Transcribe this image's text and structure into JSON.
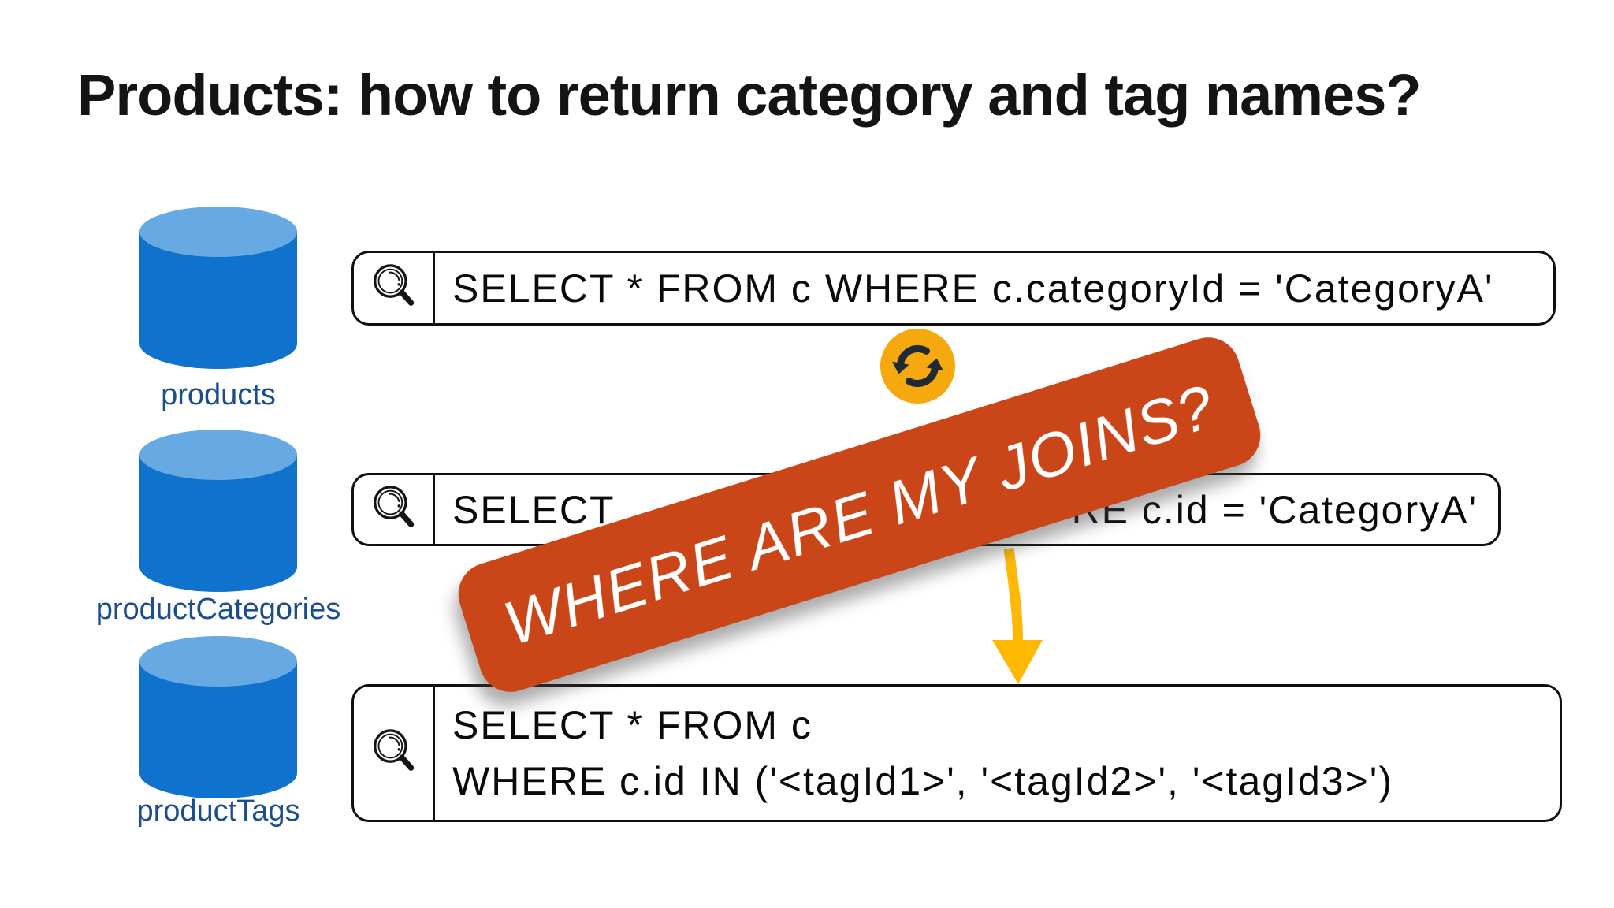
{
  "slide": {
    "title": "Products: how to return category and tag names?"
  },
  "containers": [
    {
      "label": "products"
    },
    {
      "label": "productCategories"
    },
    {
      "label": "productTags"
    }
  ],
  "queries": [
    {
      "text": "SELECT * FROM c WHERE c.categoryId = 'CategoryA'"
    },
    {
      "visible_left": "SELECT",
      "visible_right": "RE c.id = 'CategoryA'"
    },
    {
      "line1": "SELECT * FROM c",
      "line2": "WHERE c.id IN ('<tagId1>', '<tagId2>', '<tagId3>')"
    }
  ],
  "banner": {
    "text": "WHERE ARE MY JOINS?"
  },
  "icons": {
    "search": "search-icon",
    "sync": "sync-icon",
    "arrow": "down-arrow-icon"
  },
  "colors": {
    "banner_orange": "#ca4618",
    "banner_text": "#ffffff",
    "arrow_yellow": "#ffb902",
    "sync_yellow": "#f6a80f",
    "sync_glyph": "#202a35",
    "db_body_blue": "#0f72cc",
    "db_top_blue": "#66a9e3",
    "db_label_blue": "#1b4e8c",
    "box_border": "#101010",
    "title_color": "#141414"
  }
}
